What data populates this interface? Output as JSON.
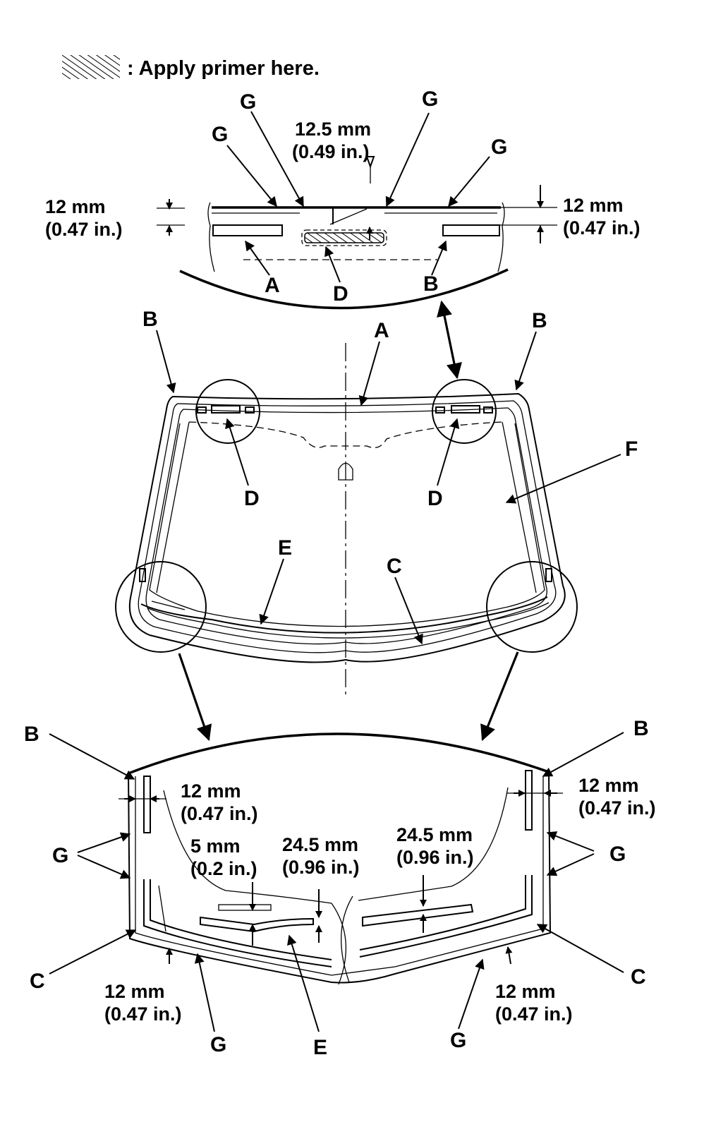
{
  "legend": {
    "text": ": Apply primer here.",
    "swatch_icon": "hatch-swatch-icon"
  },
  "top_detail": {
    "labels": {
      "g1": "G",
      "g2": "G",
      "g3": "G",
      "g4": "G",
      "a": "A",
      "d": "D",
      "b": "B"
    },
    "dim_center": {
      "mm": "12.5 mm",
      "in": "(0.49 in.)"
    },
    "dim_left": {
      "mm": "12 mm",
      "in": "(0.47 in.)"
    },
    "dim_right": {
      "mm": "12 mm",
      "in": "(0.47 in.)"
    }
  },
  "windshield": {
    "labels": {
      "b_left": "B",
      "a": "A",
      "b_right": "B",
      "f": "F",
      "d_left": "D",
      "d_right": "D",
      "e": "E",
      "c": "C"
    }
  },
  "bottom_detail": {
    "labels": {
      "b_left": "B",
      "b_right": "B",
      "g_left": "G",
      "g_right": "G",
      "c_left": "C",
      "c_right": "C",
      "g_bottom_left": "G",
      "e": "E",
      "g_bottom_right": "G"
    },
    "dim_upper_left": {
      "mm": "12 mm",
      "in": "(0.47 in.)"
    },
    "dim_upper_right": {
      "mm": "12 mm",
      "in": "(0.47 in.)"
    },
    "dim_5mm": {
      "mm": "5 mm",
      "in": "(0.2 in.)"
    },
    "dim_24_left": {
      "mm": "24.5 mm",
      "in": "(0.96 in.)"
    },
    "dim_24_right": {
      "mm": "24.5 mm",
      "in": "(0.96 in.)"
    },
    "dim_lower_left": {
      "mm": "12 mm",
      "in": "(0.47 in.)"
    },
    "dim_lower_right": {
      "mm": "12 mm",
      "in": "(0.47 in.)"
    }
  }
}
